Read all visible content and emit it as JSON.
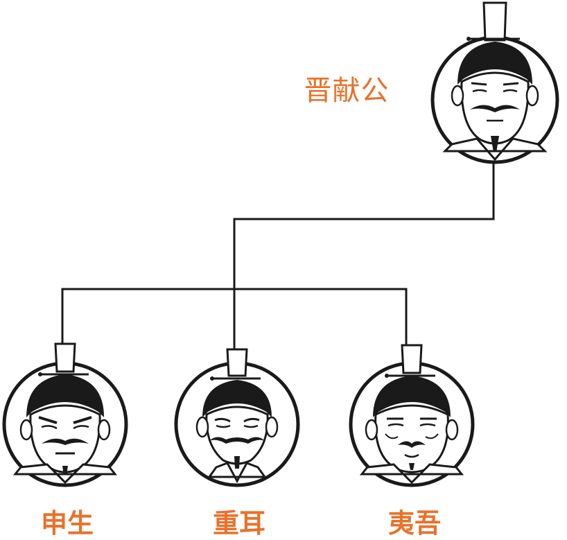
{
  "diagram": {
    "parent": {
      "name": "晋献公"
    },
    "children": [
      {
        "name": "申生"
      },
      {
        "name": "重耳"
      },
      {
        "name": "夷吾"
      }
    ],
    "colors": {
      "label": "#e8722a",
      "line": "#1a1a1a",
      "background": "#ffffff"
    }
  }
}
